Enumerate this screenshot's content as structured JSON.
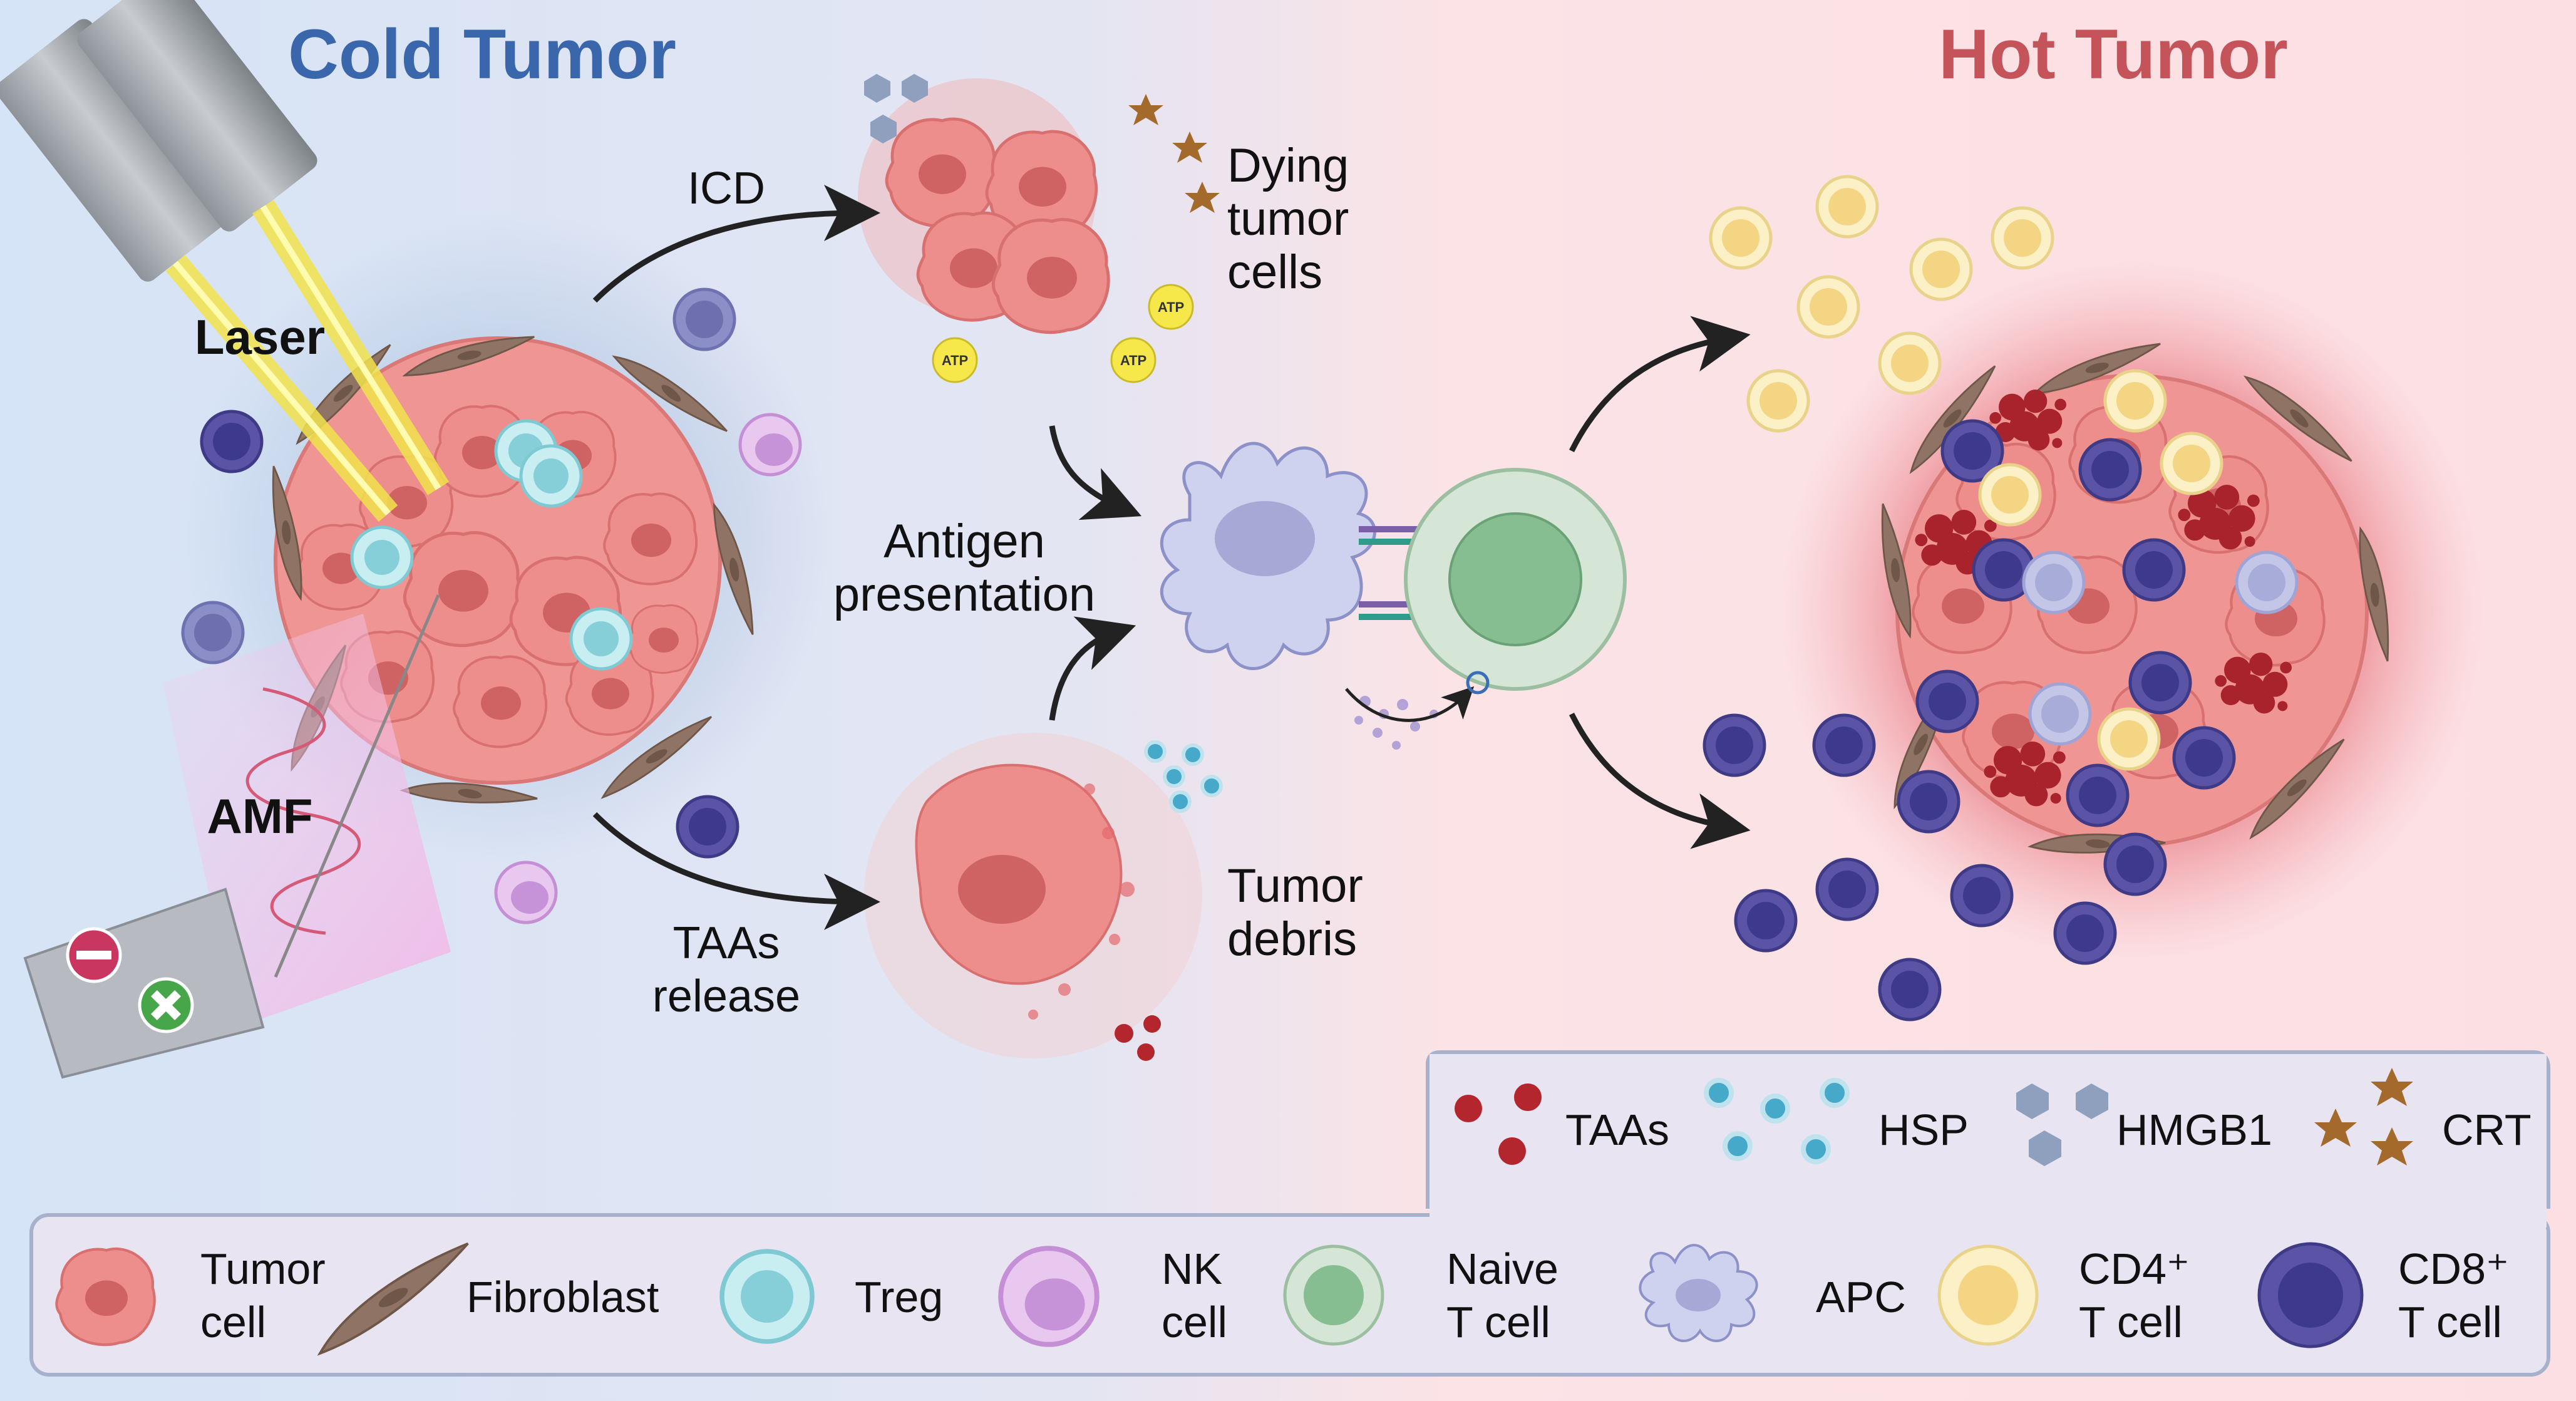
{
  "titles": {
    "cold": "Cold Tumor",
    "hot": "Hot Tumor"
  },
  "labels": {
    "laser": "Laser",
    "amf": "AMF",
    "icd": "ICD",
    "taa_release": [
      "TAAs",
      "release"
    ],
    "dying_tumor_cells": [
      "Dying",
      "tumor",
      "cells"
    ],
    "antigen_presentation": [
      "Antigen",
      "presentation"
    ],
    "tumor_debris": [
      "Tumor",
      "debris"
    ],
    "atp": "ATP"
  },
  "legend_molecules": [
    {
      "label": "TAAs",
      "icon": "taa-molecule-icon",
      "color": "#b3262e"
    },
    {
      "label": "HSP",
      "icon": "hsp-molecule-icon",
      "color": "#46a9c9"
    },
    {
      "label": "HMGB1",
      "icon": "hmgb1-molecule-icon",
      "color": "#8fa0bf"
    },
    {
      "label": "CRT",
      "icon": "crt-molecule-icon",
      "color": "#a36a2c"
    }
  ],
  "legend_cells": [
    {
      "line1": "Tumor",
      "line2": "cell",
      "icon": "tumor-cell-icon",
      "color": "#ec8a87"
    },
    {
      "line1": "Fibroblast",
      "line2": "",
      "icon": "fibroblast-icon",
      "color": "#8c6f5f"
    },
    {
      "line1": "Treg",
      "line2": "",
      "icon": "treg-icon",
      "color": "#8ad2da"
    },
    {
      "line1": "NK",
      "line2": "cell",
      "icon": "nk-cell-icon",
      "color": "#c68fd6"
    },
    {
      "line1": "Naive",
      "line2": "T cell",
      "icon": "naive-t-cell-icon",
      "color": "#a9cfb0"
    },
    {
      "line1": "APC",
      "line2": "",
      "icon": "apc-icon",
      "color": "#b9bde0"
    },
    {
      "line1": "CD4⁺",
      "line2": "T cell",
      "icon": "cd4-t-cell-icon",
      "color": "#f3d57f"
    },
    {
      "line1": "CD8⁺",
      "line2": "T cell",
      "icon": "cd8-t-cell-icon",
      "color": "#5b54a6"
    }
  ],
  "colors": {
    "cold_bg": "#d7e5f6",
    "hot_bg": "#fbe0e3",
    "tumor": "#ec8a87",
    "cd8": "#5b54a6",
    "cd4": "#f3d57f",
    "treg": "#8ad2da",
    "naive": "#a9cfb0",
    "apc": "#b9bde0"
  }
}
